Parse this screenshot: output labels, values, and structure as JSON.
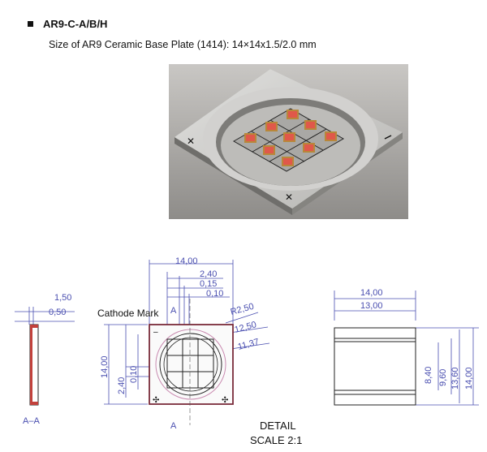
{
  "heading": {
    "title": "AR9-C-A/B/H"
  },
  "subtitle": "Size of AR9 Ceramic Base Plate (1414): 14×14x1.5/2.0 mm",
  "drawing": {
    "side_view": {
      "dim_top": "1,50",
      "dim_bottom": "0,50",
      "section_label": "A–A"
    },
    "top_view": {
      "width": "14,00",
      "dim_2_40_top": "2,40",
      "dim_0_15": "0,15",
      "dim_0_10_top": "0,10",
      "cathode_label": "Cathode Mark",
      "section_marker": "A",
      "radius_2_50": "R2,50",
      "diameter_12_50": "12,50",
      "diameter_11_37": "11,37",
      "height": "14,00",
      "dim_2_40_left": "2,40",
      "dim_0_10_left": "0,10"
    },
    "right_view": {
      "width_outer": "14,00",
      "width_inner": "13,00",
      "h_8_40": "8,40",
      "h_9_60": "9,60",
      "h_13_60": "13,60",
      "h_14_00": "14,00"
    },
    "detail_note": "DETAIL",
    "scale_note": "SCALE 2:1"
  }
}
